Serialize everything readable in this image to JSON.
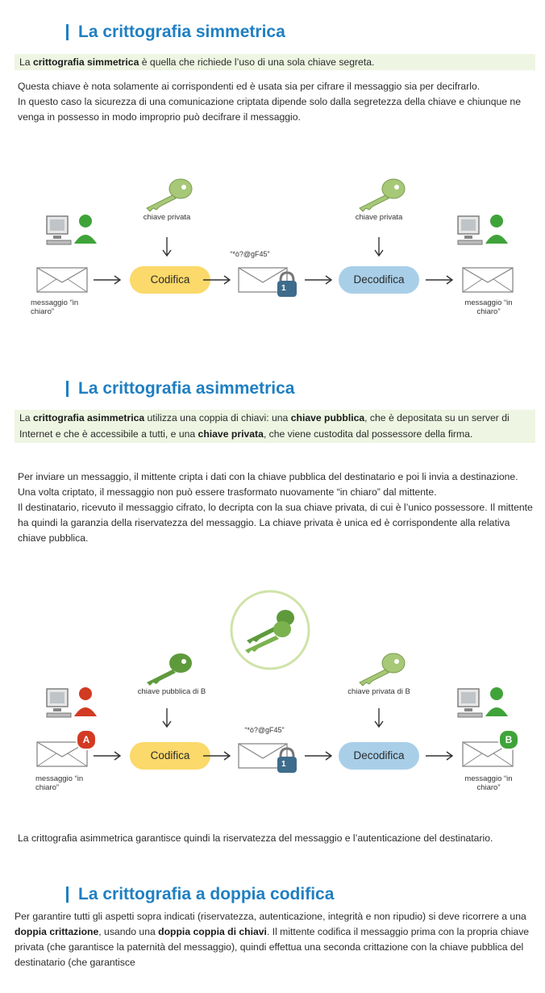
{
  "sym": {
    "title": "La crittografia simmetrica",
    "hl_pre": "La ",
    "hl_bold": "crittografia simmetrica",
    "hl_post": " è quella che richiede l’uso di una sola chiave segreta.",
    "p1": "Questa chiave è nota solamente ai corrispondenti ed è usata sia per cifrare il messaggio sia per decifrarlo.",
    "p2": "In questo caso la sicurezza di una comunicazione criptata dipende solo dalla segretezza della chiave e chiunque ne venga in possesso in modo improprio può decifrare il messaggio.",
    "diagram": {
      "key_left": "chiave privata",
      "key_right": "chiave privata",
      "encode": "Codifica",
      "decode": "Decodifica",
      "cipher": "“*ò?@gF45”",
      "msg_left": "messaggio “in chiaro”",
      "msg_right": "messaggio “in chiaro”",
      "lock_num": "1"
    }
  },
  "asym": {
    "title": "La crittografia asimmetrica",
    "hl_pre": "La ",
    "hl_b1": "crittografia asimmetrica",
    "hl_t1": " utilizza una coppia di chiavi: una ",
    "hl_b2": "chiave pubblica",
    "hl_t2": ", che è depositata su un server di Internet e che è accessibile a tutti, e una ",
    "hl_b3": "chiave privata",
    "hl_t3": ", che viene custodita dal possessore della firma.",
    "p1": "Per inviare un messaggio, il mittente cripta i dati con la chiave pubblica del destinatario e poi li invia a destinazione. Una volta criptato, il messaggio non può essere trasformato nuovamente “in chiaro” dal mittente.",
    "p2": "Il destinatario, ricevuto il messaggio cifrato, lo decripta con la sua chiave privata, di cui è l’unico possessore. Il mittente ha quindi la garanzia della riservatezza del messaggio. La chiave privata è unica ed è corrispondente alla relativa chiave pubblica.",
    "diagram": {
      "key_left": "chiave pubblica di B",
      "key_right": "chiave privata di B",
      "encode": "Codifica",
      "decode": "Decodifica",
      "cipher": "“*ò?@gF45”",
      "msg_left": "messaggio “in chiaro”",
      "msg_right": "messaggio “in chiaro”",
      "badge_a": "A",
      "badge_b": "B",
      "lock_num": "1"
    },
    "conclusion": "La crittografia asimmetrica garantisce quindi la riservatezza del messaggio e l’autenticazione del destinatario."
  },
  "double": {
    "title": "La crittografia a doppia codifica",
    "t1": "Per garantire tutti gli aspetti sopra indicati (riservatezza, autenticazione, integrità e non ripudio) si deve ricorrere a una ",
    "b1": "doppia crittazione",
    "t2": ", usando una ",
    "b2": "doppia coppia di chiavi",
    "t3": ". Il mittente codifica il messaggio prima con la propria chiave privata (che garantisce la paternità del messaggio), quindi effettua una seconda crittazione con la chiave pubblica del destinatario (che garantisce"
  },
  "colors": {
    "title_blue": "#1f7fc2",
    "highlight_bg": "#eef5e2",
    "encode_pill": "#fbd96a",
    "decode_pill": "#a9cfe8",
    "key_green": "#9ec46a",
    "user_green": "#3fa33a",
    "user_red": "#d23a22"
  }
}
